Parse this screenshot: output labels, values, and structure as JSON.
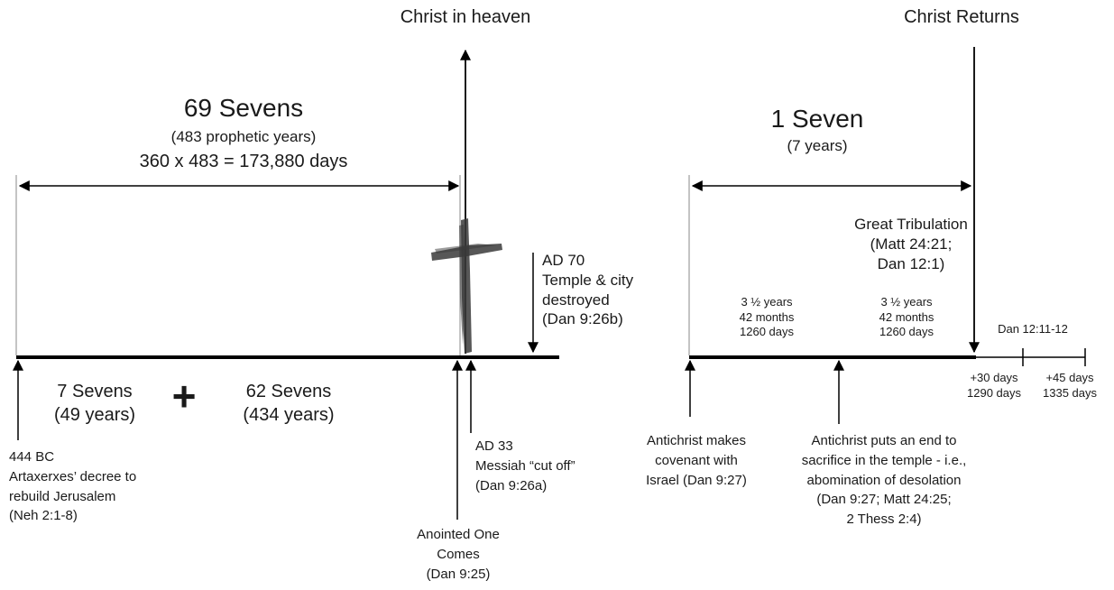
{
  "colors": {
    "ink": "#000000",
    "text": "#1a1a1a",
    "cross": "#3a3a3a"
  },
  "icons": {
    "cross": "cross-icon"
  },
  "top": {
    "christ_in_heaven": "Christ in heaven",
    "christ_returns": "Christ Returns"
  },
  "left_span": {
    "title": "69 Sevens",
    "sub1": "(483 prophetic years)",
    "sub2": "360 x 483 = 173,880 days"
  },
  "right_span": {
    "title": "1 Seven",
    "sub1": "(7 years)"
  },
  "ad70": {
    "l1": "AD 70",
    "l2": "Temple & city",
    "l3": "destroyed",
    "l4": "(Dan 9:26b)"
  },
  "great_trib": {
    "l1": "Great Tribulation",
    "l2": "(Matt 24:21;",
    "l3": "Dan 12:1)"
  },
  "half1": {
    "l1": "3 ½ years",
    "l2": "42 months",
    "l3": "1260 days"
  },
  "half2": {
    "l1": "3 ½ years",
    "l2": "42 months",
    "l3": "1260 days"
  },
  "dan1211": "Dan 12:11-12",
  "plus30": {
    "l1": "+30 days",
    "l2": "1290 days"
  },
  "plus45": {
    "l1": "+45 days",
    "l2": "1335 days"
  },
  "seven_sevens": {
    "l1": "7 Sevens",
    "l2": "(49 years)"
  },
  "plus_sign": "+",
  "sixty_two": {
    "l1": "62 Sevens",
    "l2": "(434 years)"
  },
  "bc444": {
    "l1": "444 BC",
    "l2": "Artaxerxes’ decree to",
    "l3": "rebuild Jerusalem",
    "l4": "(Neh 2:1-8)"
  },
  "ad33": {
    "l1": "AD 33",
    "l2": "Messiah “cut off”",
    "l3": "(Dan 9:26a)"
  },
  "anointed": {
    "l1": "Anointed One",
    "l2": "Comes",
    "l3": "(Dan 9:25)"
  },
  "covenant": {
    "l1": "Antichrist makes",
    "l2": "covenant with",
    "l3": "Israel (Dan 9:27)"
  },
  "abomination": {
    "l1": "Antichrist puts an end to",
    "l2": "sacrifice in the temple - i.e.,",
    "l3": "abomination of desolation",
    "l4": "(Dan 9:27; Matt 24:25;",
    "l5": "2 Thess 2:4)"
  }
}
